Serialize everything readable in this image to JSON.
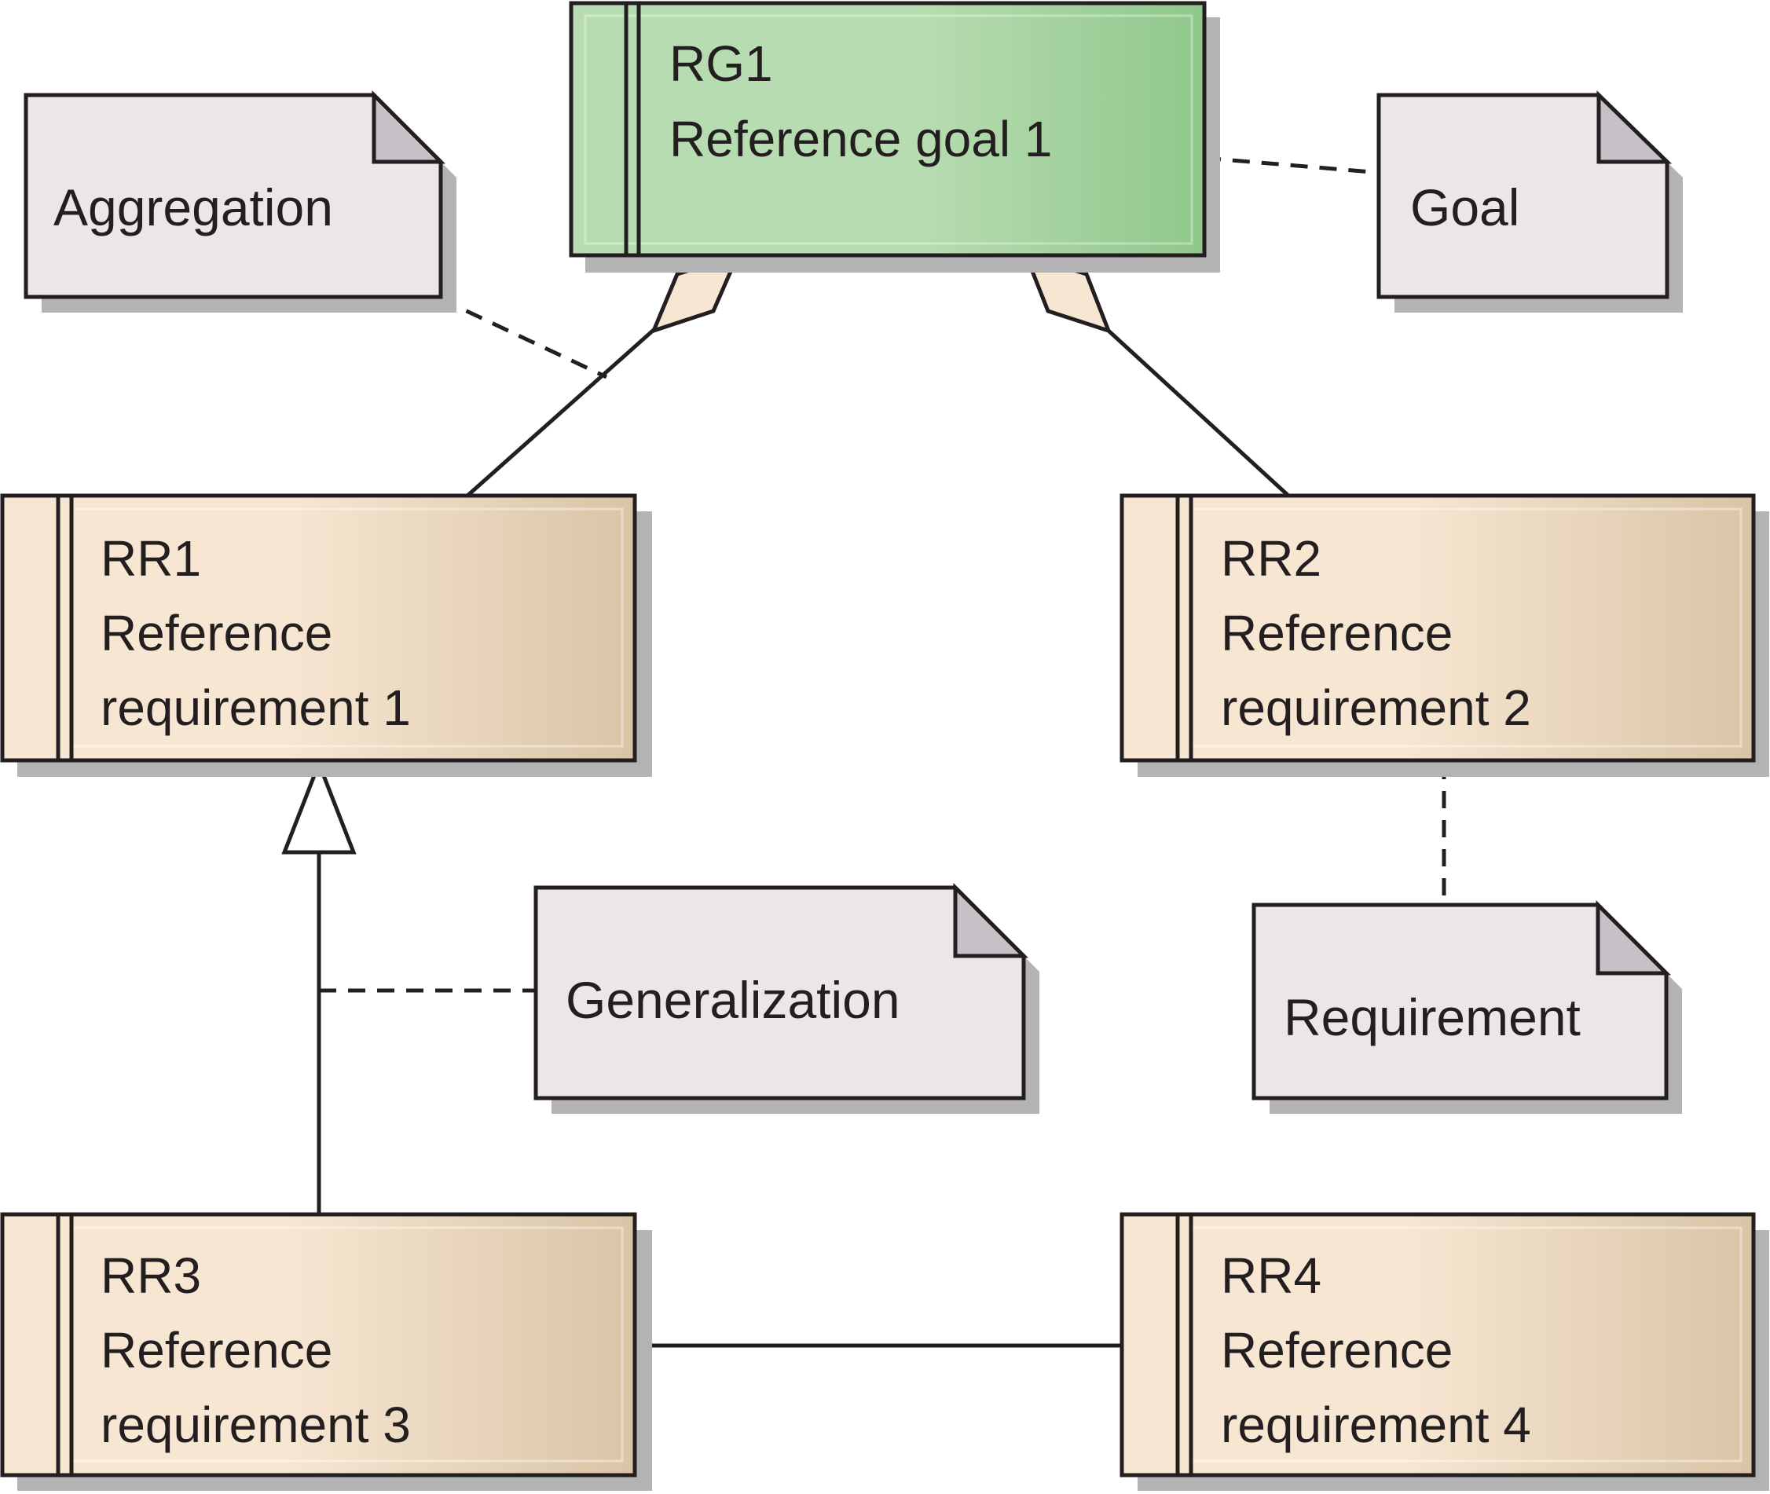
{
  "colors": {
    "goal_fill_light": "#b8dcb1",
    "goal_fill_dark": "#8fc88b",
    "requirement_fill_light": "#f7e6d2",
    "requirement_fill_dark": "#d9c4a6",
    "note_fill": "#ece6ea",
    "note_fold": "#c5c1c6",
    "stroke": "#231f20",
    "shadow": "#b3b3b3"
  },
  "nodes": {
    "rg1": {
      "id": "RG1",
      "name": "Reference goal 1",
      "kind": "goal"
    },
    "rr1": {
      "id": "RR1",
      "name_line1": "Reference",
      "name_line2": "requirement 1",
      "kind": "requirement"
    },
    "rr2": {
      "id": "RR2",
      "name_line1": "Reference",
      "name_line2": "requirement 2",
      "kind": "requirement"
    },
    "rr3": {
      "id": "RR3",
      "name_line1": "Reference",
      "name_line2": "requirement 3",
      "kind": "requirement"
    },
    "rr4": {
      "id": "RR4",
      "name_line1": "Reference",
      "name_line2": "requirement 4",
      "kind": "requirement"
    }
  },
  "notes": {
    "aggregation": "Aggregation",
    "goal": "Goal",
    "generalization": "Generalization",
    "requirement": "Requirement"
  },
  "edges": [
    {
      "from": "RR1",
      "to": "RG1",
      "type": "aggregation"
    },
    {
      "from": "RR2",
      "to": "RG1",
      "type": "aggregation"
    },
    {
      "from": "RR3",
      "to": "RR1",
      "type": "generalization"
    },
    {
      "from": "RR3",
      "to": "RR4",
      "type": "association"
    }
  ]
}
